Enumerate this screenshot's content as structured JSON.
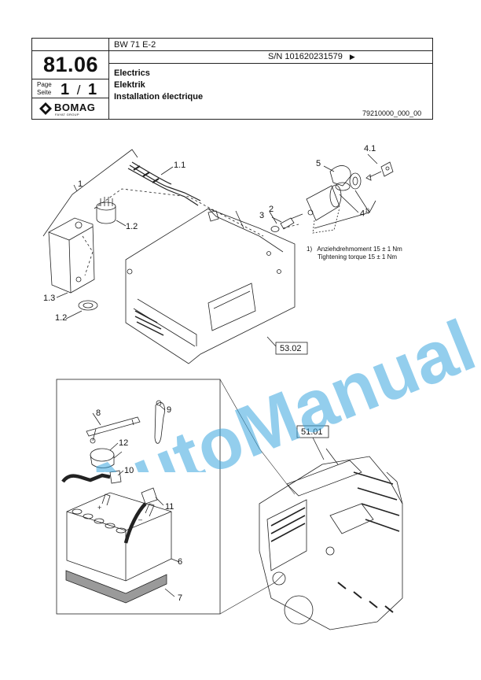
{
  "header": {
    "section_number": "81.06",
    "page_label_de": "Seite",
    "page_label_en": "Page",
    "page_current": "1",
    "page_sep": "/",
    "page_total": "1",
    "brand": "BOMAG",
    "brand_sub": "FAYAT GROUP",
    "model": "BW 71 E-2",
    "serial": "S/N 101620231579",
    "serial_arrow": "▶",
    "title_en": "Electrics",
    "title_de": "Elektrik",
    "title_fr": "Installation électrique",
    "doc_code": "79210000_000_00"
  },
  "callouts": {
    "c1": "1",
    "c1_1": "1.1",
    "c1_2a": "1.2",
    "c1_2b": "1.2",
    "c1_3": "1.3",
    "c2": "2",
    "c3": "3",
    "c4": "4",
    "c4_sup": "1)",
    "c4_1": "4.1",
    "c5": "5",
    "c6": "6",
    "c7": "7",
    "c8": "8",
    "c9": "9",
    "c10": "10",
    "c11": "11",
    "c12": "12",
    "ref_53": "53.02",
    "ref_51": "51.01"
  },
  "notes": {
    "torque_marker": "1)",
    "torque_de": "Anziehdrehmoment 15 ± 1 Nm",
    "torque_en": "Tightening torque 15 ± 1 Nm"
  },
  "watermark": "AutoManual"
}
